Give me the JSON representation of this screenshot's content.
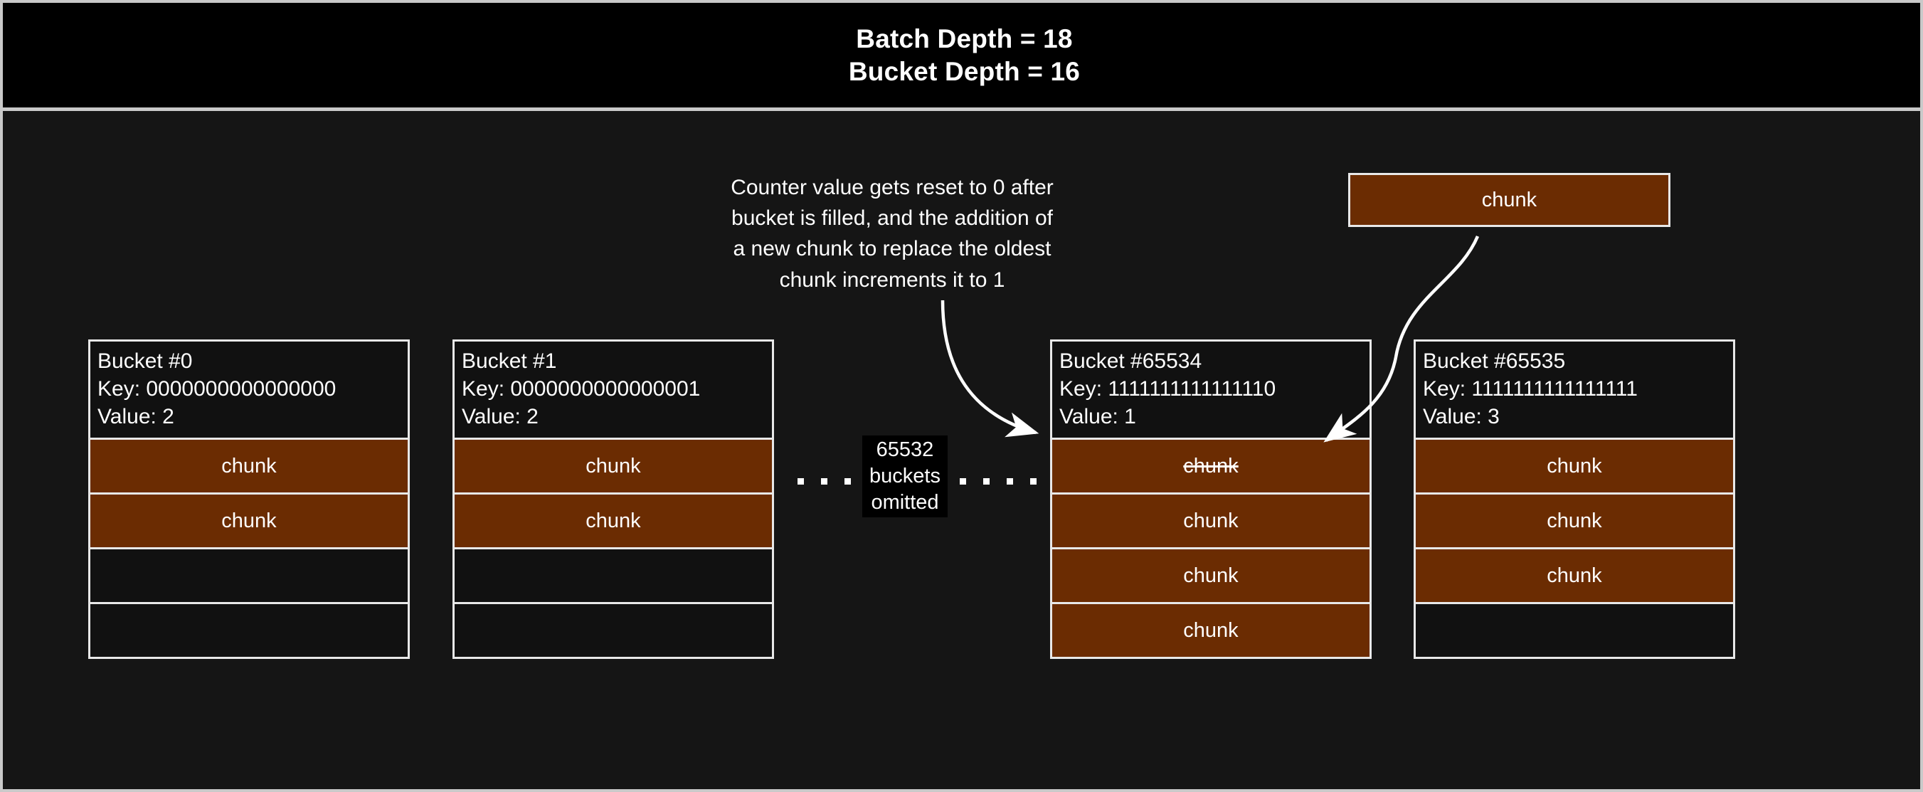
{
  "header": {
    "line1": "Batch Depth = 18",
    "line2": "Bucket Depth = 16"
  },
  "annotation": {
    "line1": "Counter value gets reset to 0 after",
    "line2": "bucket is filled, and the addition of",
    "line3": "a new chunk to replace the oldest",
    "line4": "chunk increments it to 1"
  },
  "floating_chunk": {
    "label": "chunk"
  },
  "omitted": {
    "line1": "65532",
    "line2": "buckets",
    "line3": "omitted",
    "dot_count_left": 4,
    "dot_count_right": 4
  },
  "colors": {
    "page_background": "#151515",
    "header_background": "#000000",
    "border": "#e8e8e8",
    "chunk_fill": "#6b2c02",
    "empty_fill": "#111111",
    "text": "#ffffff"
  },
  "buckets": [
    {
      "index_label": "Bucket #0",
      "key_label": "Key: 0000000000000000",
      "value_label": "Value: 2",
      "slots": [
        {
          "label": "chunk",
          "state": "filled"
        },
        {
          "label": "chunk",
          "state": "filled"
        },
        {
          "label": "",
          "state": "empty"
        },
        {
          "label": "",
          "state": "empty"
        }
      ]
    },
    {
      "index_label": "Bucket #1",
      "key_label": "Key: 0000000000000001",
      "value_label": "Value: 2",
      "slots": [
        {
          "label": "chunk",
          "state": "filled"
        },
        {
          "label": "chunk",
          "state": "filled"
        },
        {
          "label": "",
          "state": "empty"
        },
        {
          "label": "",
          "state": "empty"
        }
      ]
    },
    {
      "index_label": "Bucket #65534",
      "key_label": "Key: 1111111111111110",
      "value_label": "Value: 1",
      "slots": [
        {
          "label": "chunk",
          "state": "struck"
        },
        {
          "label": "chunk",
          "state": "filled"
        },
        {
          "label": "chunk",
          "state": "filled"
        },
        {
          "label": "chunk",
          "state": "filled"
        }
      ]
    },
    {
      "index_label": "Bucket #65535",
      "key_label": "Key: 1111111111111111",
      "value_label": "Value: 3",
      "slots": [
        {
          "label": "chunk",
          "state": "filled"
        },
        {
          "label": "chunk",
          "state": "filled"
        },
        {
          "label": "chunk",
          "state": "filled"
        },
        {
          "label": "",
          "state": "empty"
        }
      ]
    }
  ]
}
